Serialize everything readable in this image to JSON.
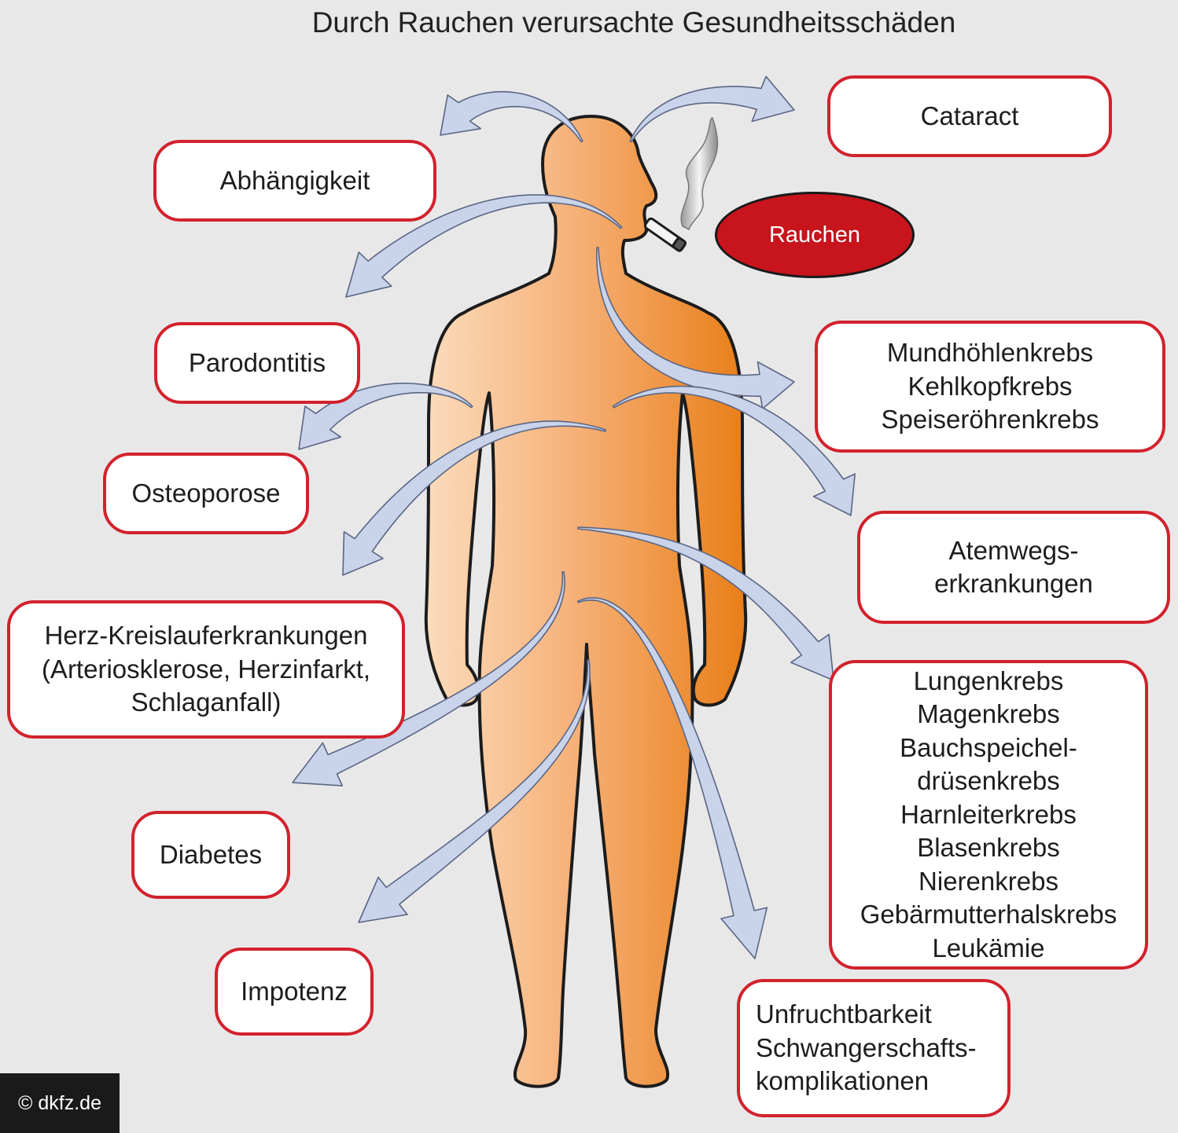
{
  "title": "Durch Rauchen verursachte Gesundheitsschäden",
  "center": "Rauchen",
  "effects": {
    "abhaengigkeit": [
      "Abhängigkeit"
    ],
    "cataract": [
      "Cataract"
    ],
    "parodontitis": [
      "Parodontitis"
    ],
    "mund": [
      "Mundhöhlenkrebs",
      "Kehlkopfkrebs",
      "Speiseröhrenkrebs"
    ],
    "osteoporose": [
      "Osteoporose"
    ],
    "atemwege": [
      "Atemwegs-",
      "erkrankungen"
    ],
    "herz": [
      "Herz-Kreislauferkrankungen",
      "(Arteriosklerose, Herzinfarkt,",
      "Schlaganfall)"
    ],
    "krebs": [
      "Lungenkrebs",
      "Magenkrebs",
      "Bauchspeichel-",
      "drüsenkrebs",
      "Harnleiterkrebs",
      "Blasenkrebs",
      "Nierenkrebs",
      "Gebärmutterhalskrebs",
      "Leukämie"
    ],
    "diabetes": [
      "Diabetes"
    ],
    "impotenz": [
      "Impotenz"
    ],
    "unfruchtbarkeit": [
      "Unfruchtbarkeit",
      "Schwangerschafts-",
      "komplikationen"
    ]
  },
  "copyright": "© dkfz.de",
  "colors": {
    "background": "#e9e8e9",
    "box_border": "#d2222d",
    "rauchen_fill": "#c8141c",
    "arrow_fill": "#c9d3ea",
    "body_light": "#f9d4ad",
    "body_dark": "#ea8420"
  }
}
